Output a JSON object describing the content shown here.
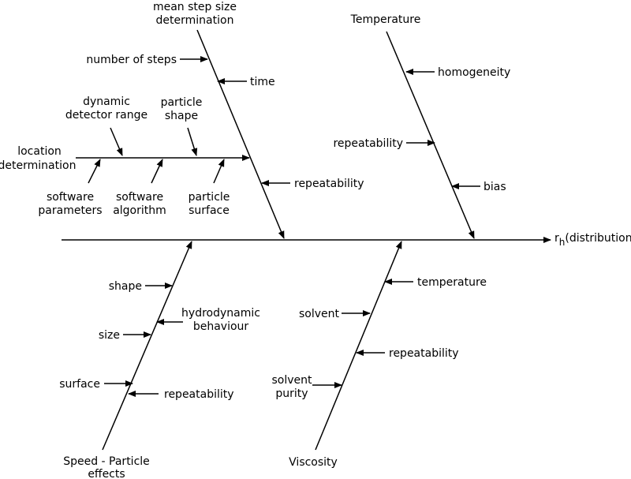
{
  "effect": {
    "label_main": "r",
    "label_sub": "h",
    "label_rest": "(distribution)"
  },
  "categories": {
    "mean_step": {
      "line1": "mean step size",
      "line2": "determination"
    },
    "temperature": "Temperature",
    "location": {
      "line1": "location",
      "line2": "determination"
    },
    "speed": {
      "line1": "Speed - Particle",
      "line2": "effects"
    },
    "viscosity": "Viscosity"
  },
  "causes": {
    "mean_step": {
      "number_of_steps": "number of steps",
      "time": "time",
      "repeatability": "repeatability"
    },
    "location": {
      "dynamic_detector": {
        "line1": "dynamic",
        "line2": "detector range"
      },
      "particle_shape": {
        "line1": "particle",
        "line2": "shape"
      },
      "software_parameters": {
        "line1": "software",
        "line2": "parameters"
      },
      "software_algorithm": {
        "line1": "software",
        "line2": "algorithm"
      },
      "particle_surface": {
        "line1": "particle",
        "line2": "surface"
      }
    },
    "temperature": {
      "homogeneity": "homogeneity",
      "repeatability": "repeatability",
      "bias": "bias"
    },
    "speed": {
      "shape": "shape",
      "hydrodynamic": {
        "line1": "hydrodynamic",
        "line2": "behaviour"
      },
      "size": "size",
      "surface": "surface",
      "repeatability": "repeatability"
    },
    "viscosity": {
      "temperature": "temperature",
      "solvent": "solvent",
      "repeatability": "repeatability",
      "solvent_purity": {
        "line1": "solvent",
        "line2": "purity"
      }
    }
  },
  "colors": {
    "line": "#000000",
    "text": "#000000",
    "background": "#ffffff"
  }
}
